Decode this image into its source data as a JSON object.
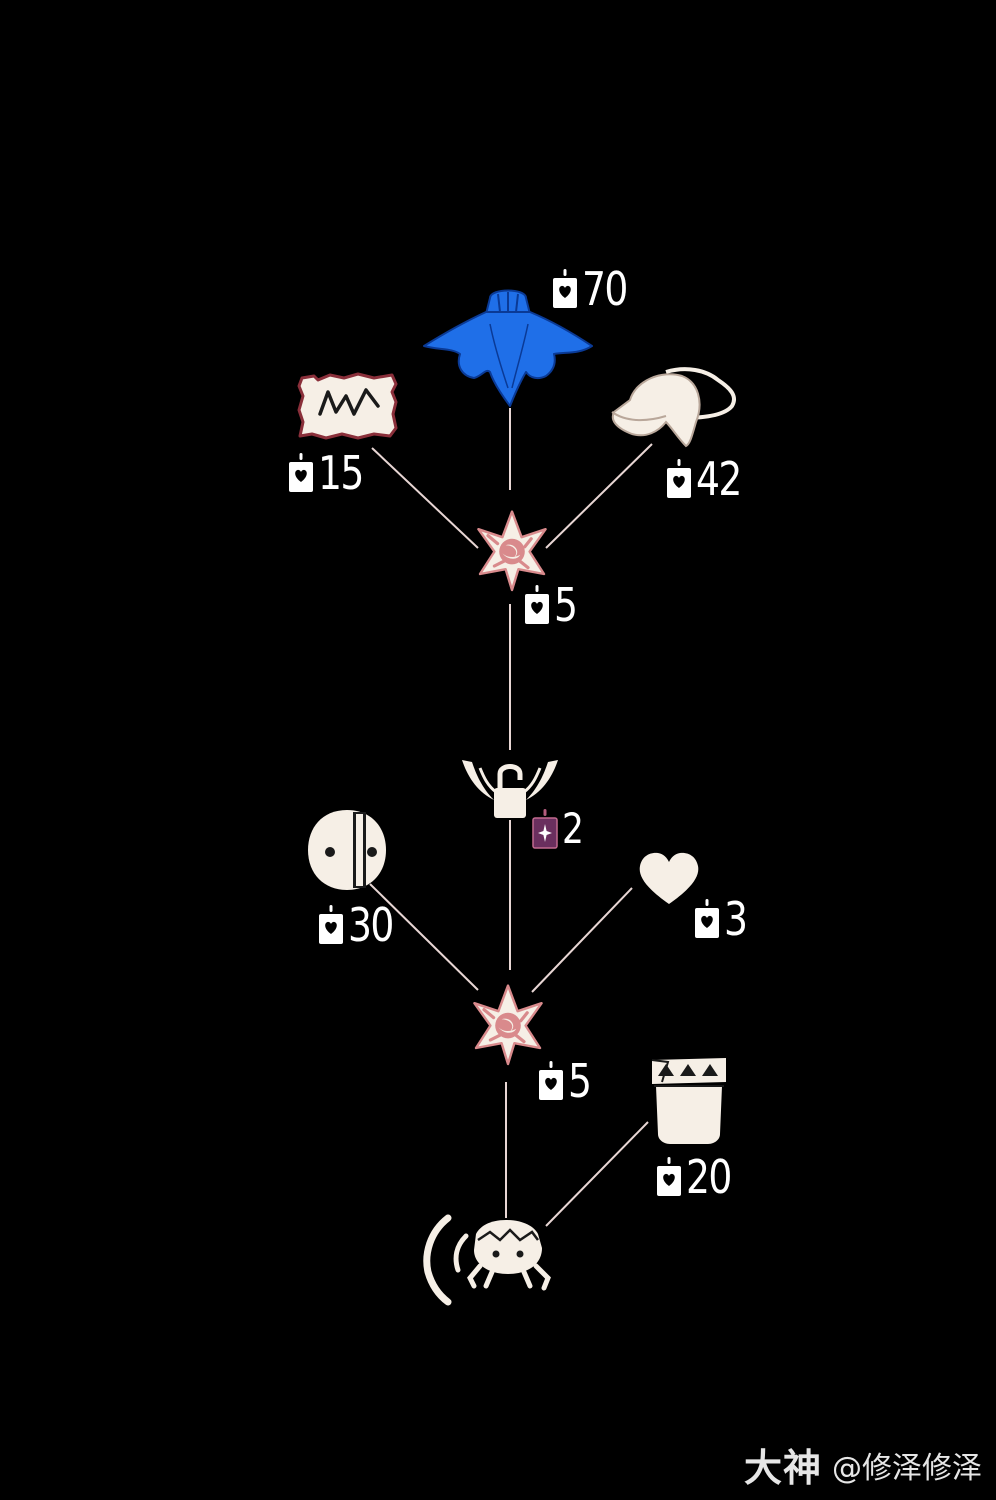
{
  "tree": {
    "nodes": [
      {
        "id": "cape",
        "icon": "blue-cape-icon",
        "cost": "70",
        "currency": "heart-candle"
      },
      {
        "id": "map",
        "icon": "map-scroll-icon",
        "cost": "15",
        "currency": "heart-candle"
      },
      {
        "id": "hat",
        "icon": "sun-hat-icon",
        "cost": "42",
        "currency": "heart-candle"
      },
      {
        "id": "star-top",
        "icon": "emote-star-icon",
        "cost": "5",
        "currency": "heart-candle"
      },
      {
        "id": "lock",
        "icon": "winged-lock-icon",
        "cost": "2",
        "currency": "ascended-candle"
      },
      {
        "id": "mask",
        "icon": "mask-icon",
        "cost": "30",
        "currency": "heart-candle"
      },
      {
        "id": "heart",
        "icon": "heart-icon",
        "cost": "3",
        "currency": "heart-candle"
      },
      {
        "id": "star-low",
        "icon": "emote-star-icon",
        "cost": "5",
        "currency": "heart-candle"
      },
      {
        "id": "basket",
        "icon": "basket-prop-icon",
        "cost": "20",
        "currency": "heart-candle"
      },
      {
        "id": "crab-call",
        "icon": "crab-call-emote-icon",
        "cost": "",
        "currency": ""
      }
    ]
  },
  "colors": {
    "cream": "#f6efe6",
    "cape_blue": "#1f6fe8",
    "star_pink": "#d98a8c",
    "ascended_purple": "#6a2f5e",
    "line": "#e8d6d4"
  },
  "watermark": {
    "brand": "大神",
    "handle": "@修泽修泽"
  }
}
